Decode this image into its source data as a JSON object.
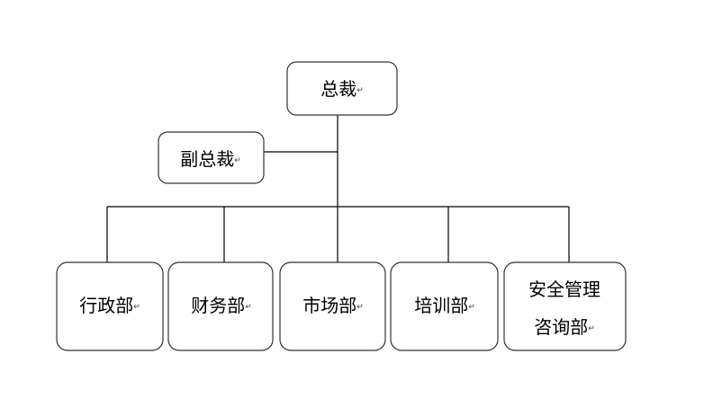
{
  "diagram": {
    "type": "org-chart",
    "paragraph_mark": "↵",
    "colors": {
      "line": "#000000",
      "box_border": "#333333",
      "box_fill": "#ffffff",
      "text": "#000000"
    },
    "nodes": [
      {
        "id": "ceo",
        "lines": [
          "总裁"
        ]
      },
      {
        "id": "vp",
        "lines": [
          "副总裁"
        ]
      },
      {
        "id": "admin",
        "lines": [
          "行政部"
        ]
      },
      {
        "id": "finance",
        "lines": [
          "财务部"
        ]
      },
      {
        "id": "market",
        "lines": [
          "市场部"
        ]
      },
      {
        "id": "training",
        "lines": [
          "培训部"
        ]
      },
      {
        "id": "safety",
        "lines": [
          "安全管理",
          "咨询部"
        ]
      }
    ],
    "edges": [
      {
        "from": "ceo",
        "to": "vp"
      },
      {
        "from": "ceo",
        "to": "admin"
      },
      {
        "from": "ceo",
        "to": "finance"
      },
      {
        "from": "ceo",
        "to": "market"
      },
      {
        "from": "ceo",
        "to": "training"
      },
      {
        "from": "ceo",
        "to": "safety"
      }
    ]
  }
}
